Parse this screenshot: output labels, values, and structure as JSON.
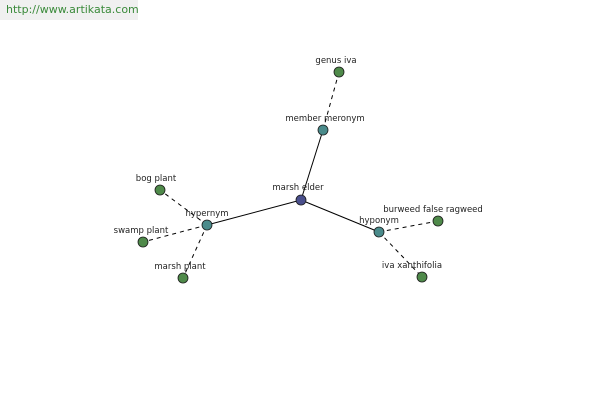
{
  "site": {
    "url": "http://www.artikata.com"
  },
  "colors": {
    "root": "#4a4f8c",
    "relation": "#4a8b8b",
    "leaf": "#4f8a4a",
    "edge": "#000000"
  },
  "graph": {
    "nodes": [
      {
        "id": "root",
        "label": "marsh elder",
        "kind": "root"
      },
      {
        "id": "member",
        "label": "member meronym",
        "kind": "relation"
      },
      {
        "id": "hyper",
        "label": "hypernym",
        "kind": "relation"
      },
      {
        "id": "hypo",
        "label": "hyponym",
        "kind": "relation"
      },
      {
        "id": "genus",
        "label": "genus iva",
        "kind": "leaf"
      },
      {
        "id": "bog",
        "label": "bog plant",
        "kind": "leaf"
      },
      {
        "id": "swamp",
        "label": "swamp plant",
        "kind": "leaf"
      },
      {
        "id": "marshp",
        "label": "marsh plant",
        "kind": "leaf"
      },
      {
        "id": "burweed",
        "label": "burweed false ragweed",
        "kind": "leaf"
      },
      {
        "id": "ivax",
        "label": "iva xanthifolia",
        "kind": "leaf"
      }
    ],
    "edges": [
      {
        "from": "root",
        "to": "member",
        "style": "solid"
      },
      {
        "from": "root",
        "to": "hyper",
        "style": "solid"
      },
      {
        "from": "root",
        "to": "hypo",
        "style": "solid"
      },
      {
        "from": "member",
        "to": "genus",
        "style": "dashed"
      },
      {
        "from": "hyper",
        "to": "bog",
        "style": "dashed"
      },
      {
        "from": "hyper",
        "to": "swamp",
        "style": "dashed"
      },
      {
        "from": "hyper",
        "to": "marshp",
        "style": "dashed"
      },
      {
        "from": "hypo",
        "to": "burweed",
        "style": "dashed"
      },
      {
        "from": "hypo",
        "to": "ivax",
        "style": "dashed"
      }
    ]
  }
}
